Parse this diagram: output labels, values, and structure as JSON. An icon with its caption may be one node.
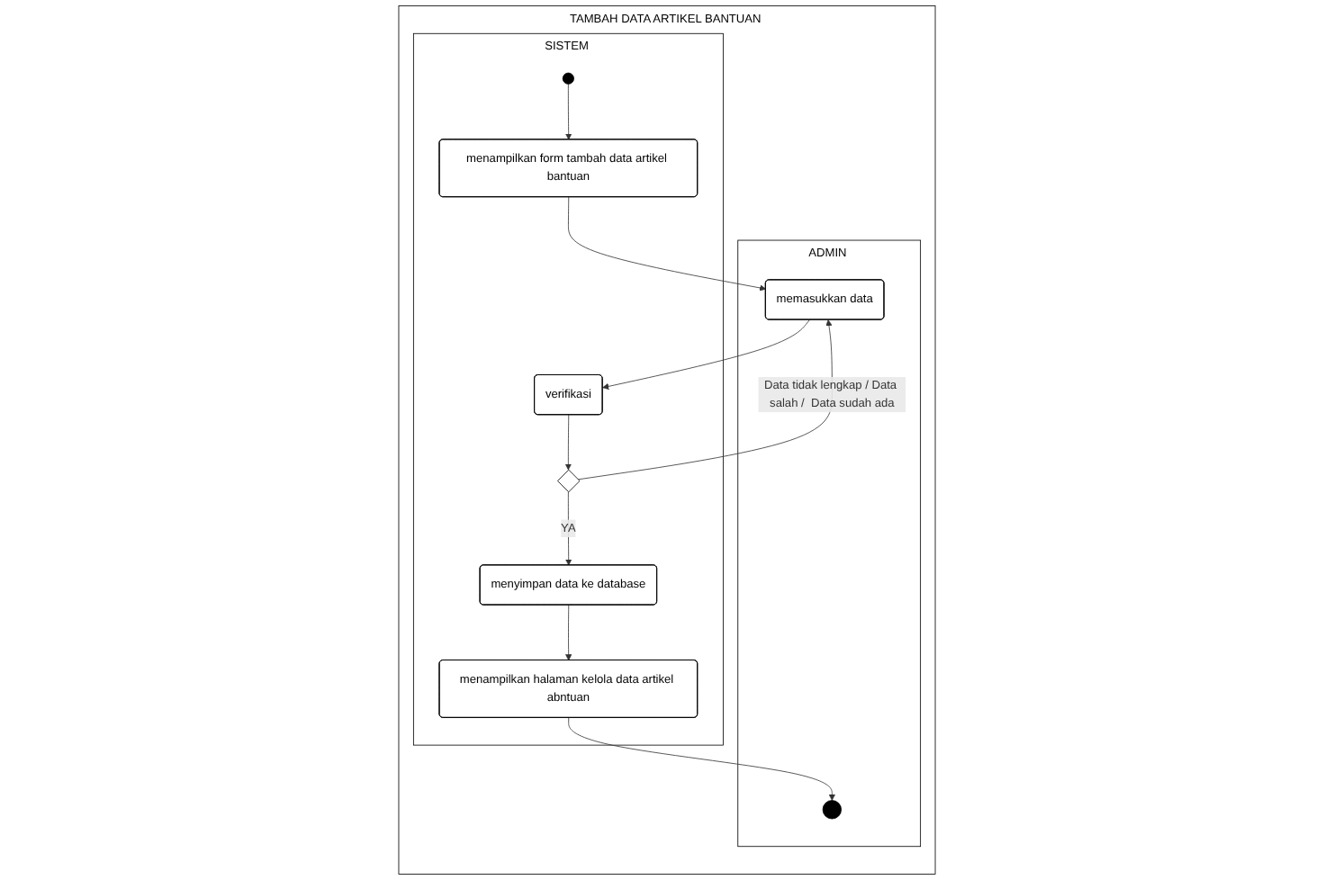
{
  "diagram": {
    "nodes": [
      {
        "text": [
          "TAMBAH DATA ARTIKEL BANTUAN"
        ]
      },
      {
        "text": [
          "ADMIN"
        ],
        "in": 0
      },
      {
        "text": [
          "SISTEM"
        ],
        "in": 0
      },
      {
        "text": [],
        "shape": "circle",
        "in": 2
      },
      {
        "text": [
          "menampilkan form tambah data artikel bantuan"
        ],
        "in": 2
      },
      {
        "text": [
          "memasukkan data"
        ],
        "in": 1
      },
      {
        "text": [
          "verifikasi"
        ],
        "in": 2
      },
      {
        "text": [],
        "shape": "diamond",
        "in": 2
      },
      {
        "text": [
          "menyimpan data ke database"
        ],
        "in": 2
      },
      {
        "text": [
          "menampilkan halaman kelola data artikel abntuan"
        ],
        "in": 2
      },
      {
        "text": [],
        "shape": "circle",
        "in": 1
      }
    ],
    "edges": [
      {
        "from": 3,
        "to": 4,
        "arrow": "to"
      },
      {
        "from": 4,
        "to": 5,
        "arrow": "to"
      },
      {
        "from": 5,
        "to": 6,
        "arrow": "to"
      },
      {
        "from": 6,
        "to": 7,
        "arrow": "to"
      },
      {
        "from": 7,
        "to": 5,
        "arrow": "to",
        "label": "Data tidak lengkap / Data salah /  Data sudah ada"
      },
      {
        "from": 7,
        "to": 8,
        "arrow": "to",
        "label": "YA"
      },
      {
        "from": 8,
        "to": 9,
        "arrow": "to"
      },
      {
        "from": 9,
        "to": 10,
        "arrow": "to"
      }
    ]
  }
}
